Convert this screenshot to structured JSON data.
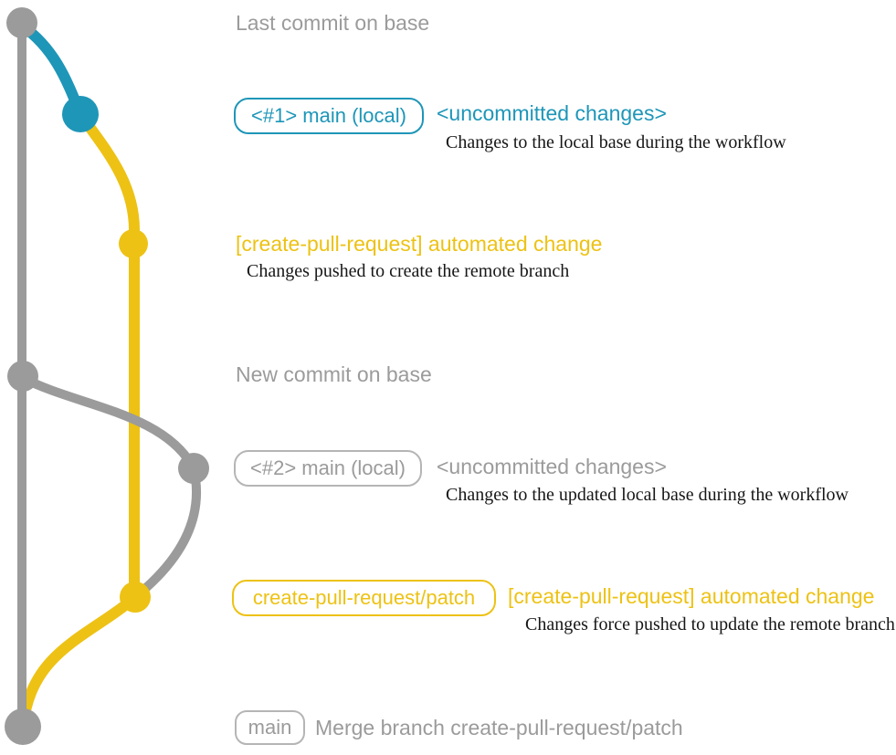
{
  "colors": {
    "gray": "#9b9b9b",
    "blue": "#1e96b8",
    "yellow": "#edc214",
    "description_text": "#161616",
    "background": "#ffffff"
  },
  "annotations": {
    "last_commit_on_base": "Last commit on base",
    "new_commit_on_base": "New commit on base"
  },
  "graph": {
    "branches": [
      {
        "id": "base",
        "color_name": "gray"
      },
      {
        "id": "local-main",
        "color_name": "blue then gray"
      },
      {
        "id": "create-pull-request-patch",
        "color_name": "yellow"
      }
    ],
    "commits": [
      {
        "id": "commit-base-last",
        "color_name": "gray"
      },
      {
        "id": "commit-local-1",
        "color_name": "blue"
      },
      {
        "id": "commit-remote-branch-created",
        "color_name": "yellow"
      },
      {
        "id": "commit-base-new",
        "color_name": "gray"
      },
      {
        "id": "commit-local-2",
        "color_name": "gray"
      },
      {
        "id": "commit-remote-branch-updated",
        "color_name": "yellow"
      },
      {
        "id": "commit-merge",
        "color_name": "gray"
      }
    ]
  },
  "entries": [
    {
      "badge": "<#1> main (local)",
      "title": "<uncommitted changes>",
      "description": "Changes to the local base during the workflow"
    },
    {
      "title": "[create-pull-request] automated change",
      "description": "Changes pushed to create the remote branch"
    },
    {
      "badge": "<#2> main (local)",
      "title": "<uncommitted changes>",
      "description": "Changes to the updated local base during the workflow"
    },
    {
      "badge": "create-pull-request/patch",
      "title": "[create-pull-request] automated change",
      "description": "Changes force pushed to update the remote branch"
    },
    {
      "badge": "main",
      "title": "Merge branch create-pull-request/patch"
    }
  ]
}
